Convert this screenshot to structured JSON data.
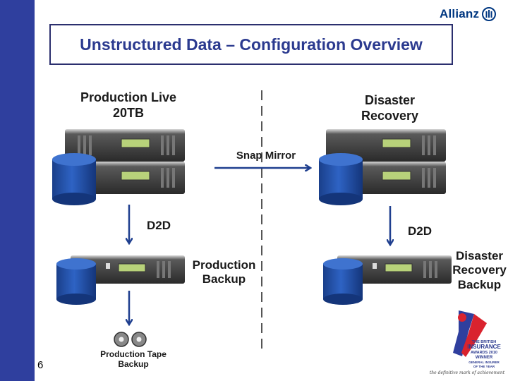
{
  "brand": {
    "name": "Allianz",
    "logo_icon": "allianz-eagle-icon"
  },
  "slide": {
    "title": "Unstructured Data – Configuration Overview",
    "page_number": "6"
  },
  "diagram": {
    "production_live": "Production Live",
    "production_live_size": "20TB",
    "disaster_recovery_line1": "Disaster",
    "disaster_recovery_line2": "Recovery",
    "snap_mirror": "Snap Mirror",
    "d2d_left": "D2D",
    "d2d_right": "D2D",
    "production_backup_line1": "Production",
    "production_backup_line2": "Backup",
    "dr_backup_line1": "Disaster",
    "dr_backup_line2": "Recovery",
    "dr_backup_line3": "Backup",
    "tape_backup_line1": "Production Tape",
    "tape_backup_line2": "Backup"
  },
  "award": {
    "line1": "THE BRITISH",
    "line2": "INSURANCE",
    "line3": "AWARDS 2010",
    "line4": "WINNER",
    "line5": "GENERAL INSURER",
    "line6": "OF THE YEAR",
    "tagline": "the definitive mark of achievement"
  },
  "colors": {
    "sidebar": "#2f3f9e",
    "title": "#2b3a8f",
    "title_border": "#2b2f6e",
    "cylinder": "#1f4fa8",
    "cylinder_top": "#3f73cf",
    "server": "#3a3a3a",
    "arrow": "#1f3f8f"
  }
}
